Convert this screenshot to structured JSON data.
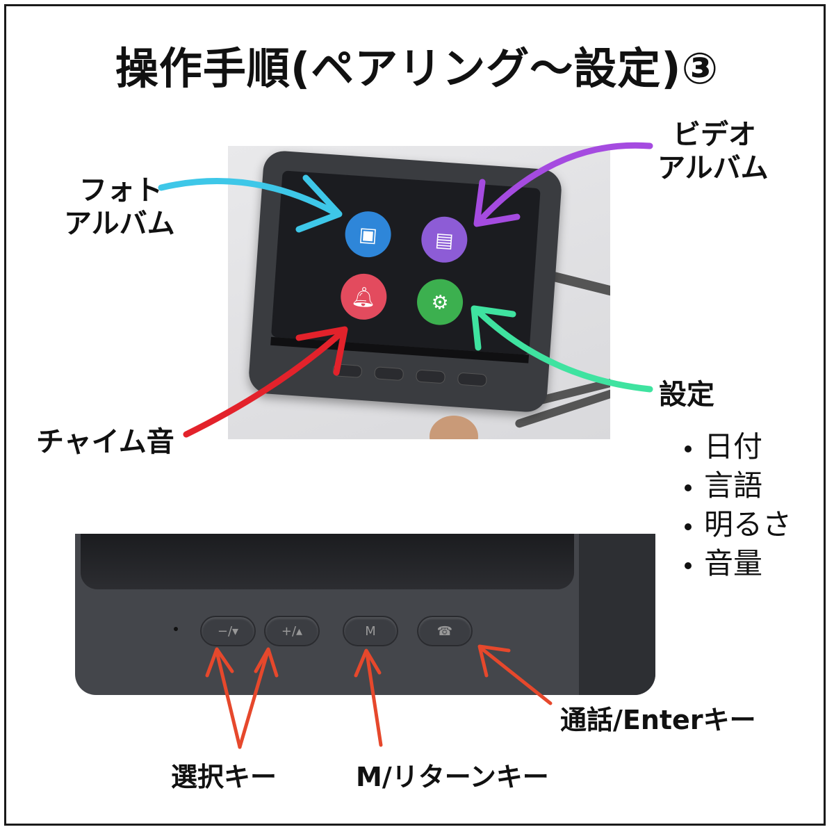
{
  "title": "操作手順(ペアリング～設定)③",
  "labels": {
    "photo_album": [
      "フォト",
      "アルバム"
    ],
    "video_album": [
      "ビデオ",
      "アルバム"
    ],
    "chime": "チャイム音",
    "settings": "設定",
    "select_key": "選択キー",
    "return_key": "M/リターンキー",
    "call_key": "通話/Enterキー"
  },
  "settings_items": [
    "日付",
    "言語",
    "明るさ",
    "音量"
  ],
  "buttons": [
    {
      "name": "minus-down-button",
      "glyph": "−/▾"
    },
    {
      "name": "plus-up-button",
      "glyph": "+/▴"
    },
    {
      "name": "m-button",
      "glyph": "M"
    },
    {
      "name": "call-button",
      "glyph": "☎"
    }
  ],
  "colors": {
    "photo_arrow": "#3ec7e8",
    "video_arrow": "#a54be0",
    "chime_arrow": "#e3222b",
    "settings_arrow": "#3fe3a0",
    "key_arrows": "#e6482c"
  }
}
